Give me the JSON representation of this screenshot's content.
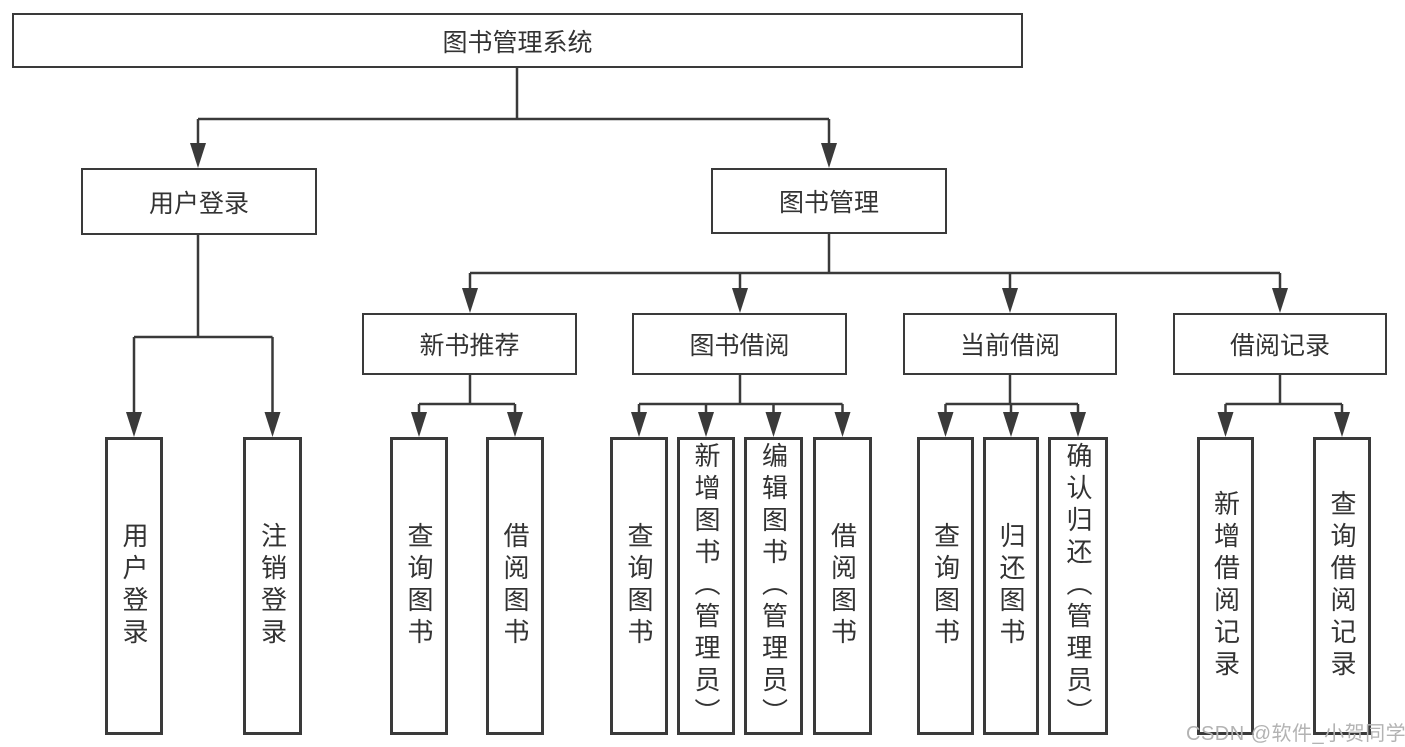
{
  "root": {
    "label": "图书管理系统"
  },
  "branches": [
    {
      "label": "用户登录",
      "children": [
        {
          "label": "用户登录"
        },
        {
          "label": "注销登录"
        }
      ]
    },
    {
      "label": "图书管理",
      "children": [
        {
          "label": "新书推荐",
          "children": [
            {
              "label": "查询图书"
            },
            {
              "label": "借阅图书"
            }
          ]
        },
        {
          "label": "图书借阅",
          "children": [
            {
              "label": "查询图书"
            },
            {
              "label": "新增图书（管理员）"
            },
            {
              "label": "编辑图书（管理员）"
            },
            {
              "label": "借阅图书"
            }
          ]
        },
        {
          "label": "当前借阅",
          "children": [
            {
              "label": "查询图书"
            },
            {
              "label": "归还图书"
            },
            {
              "label": "确认归还（管理员）"
            }
          ]
        },
        {
          "label": "借阅记录",
          "children": [
            {
              "label": "新增借阅记录"
            },
            {
              "label": "查询借阅记录"
            }
          ]
        }
      ]
    }
  ],
  "watermark": "CSDN @软件_小贺同学",
  "colors": {
    "line": "#3a3a3a",
    "text": "#333333",
    "watermark": "#b3b3b3",
    "background": "#ffffff"
  }
}
